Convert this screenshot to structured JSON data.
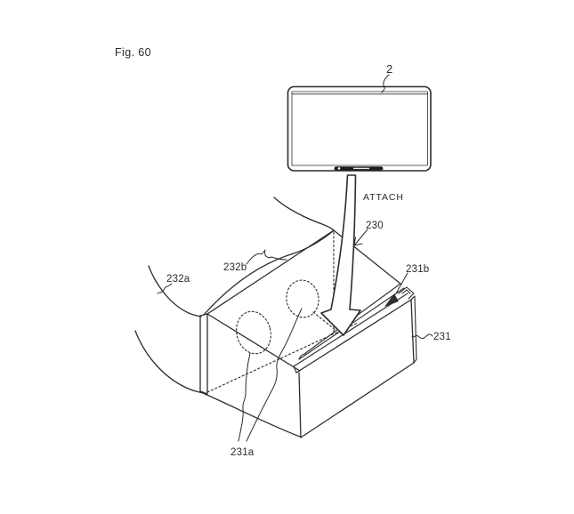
{
  "figure": {
    "number_label": "Fig. 60",
    "action_label": "ATTACH"
  },
  "callouts": {
    "device": "2",
    "goggles_mask": "230",
    "holder": "231",
    "lens_openings": "231a",
    "rail": "231b",
    "side_skirt": "232a",
    "top_cover": "232b"
  },
  "colors": {
    "ink": "#2d2d2d",
    "background": "#ffffff",
    "connector_bar": "#1c1c1c"
  }
}
